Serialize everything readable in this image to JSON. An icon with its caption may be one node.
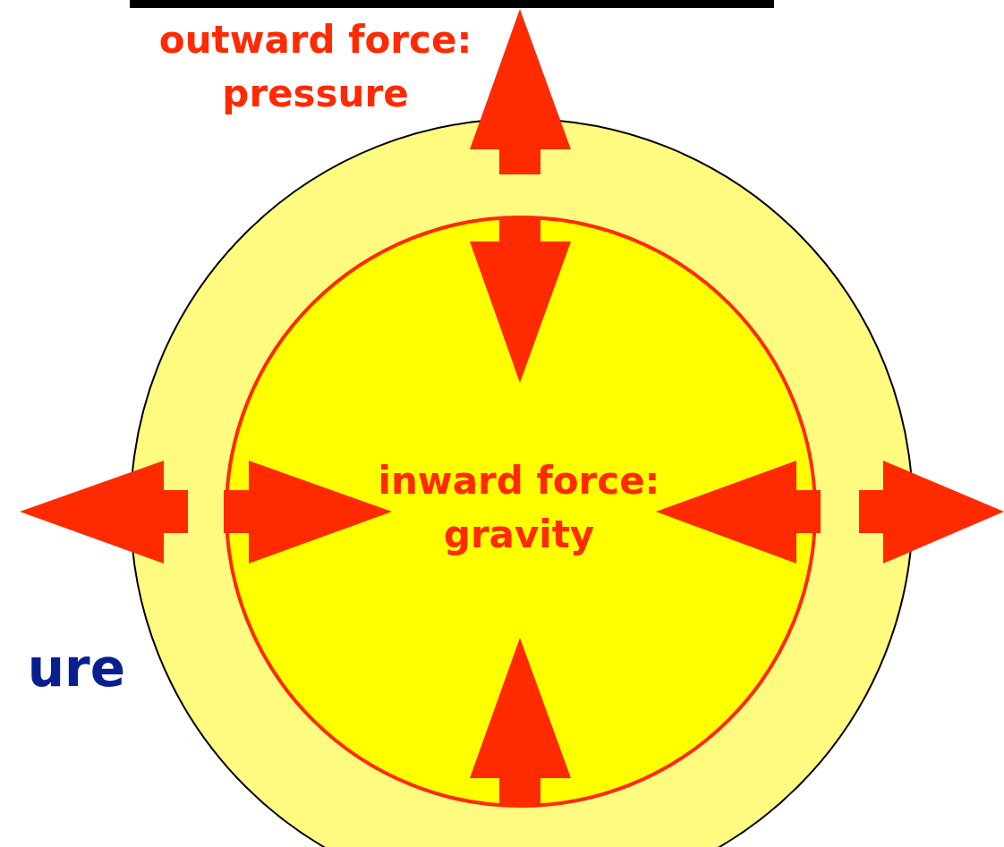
{
  "diagram": {
    "labels": [
      "outward force: pressure",
      "inward force: gravity",
      "ure"
    ]
  }
}
